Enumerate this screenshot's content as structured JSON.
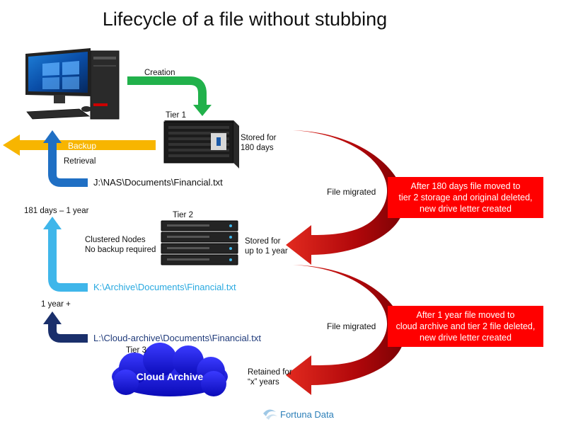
{
  "title": "Lifecycle of a file without stubbing",
  "creation_label": "Creation",
  "tier1": {
    "label": "Tier 1",
    "stored_line1": "Stored for",
    "stored_line2": "180 days",
    "path": "J:\\NAS\\Documents\\Financial.txt",
    "path_color": "#111111"
  },
  "backup_label": "Backup",
  "retrieval_label": "Retrieval",
  "age_tier2": "181 days – 1 year",
  "tier2": {
    "label": "Tier 2",
    "nodes_line1": "Clustered Nodes",
    "nodes_line2": "No backup required",
    "stored_line1": "Stored for",
    "stored_line2": "up to 1 year",
    "path": "K:\\Archive\\Documents\\Financial.txt",
    "path_color": "#29a9e0"
  },
  "age_tier3": "1 year +",
  "tier3": {
    "label": "Tier 3",
    "cloud_label": "Cloud Archive",
    "retained_line1": "Retained for",
    "retained_line2": "“x” years",
    "path": "L:\\Cloud-archive\\Documents\\Financial.txt",
    "path_color": "#1f3a7a"
  },
  "migrations": [
    {
      "label": "File migrated",
      "note_line1": "After 180 days file moved to",
      "note_line2": "tier 2 storage and original deleted,",
      "note_line3": "new drive letter created"
    },
    {
      "label": "File migrated",
      "note_line1": "After 1 year file moved to",
      "note_line2": "cloud archive and tier 2 file deleted,",
      "note_line3": "new drive letter created"
    }
  ],
  "brand": "Fortuna Data",
  "colors": {
    "creation_arrow": "#21b14b",
    "backup_arrow": "#f7b500",
    "retrieval_arrow": "#1f6fc4",
    "tier2_arrow": "#3fb6ea",
    "tier3_arrow": "#1a2f6b",
    "migrate_arrow": "#b0070a",
    "note_box": "#ff0000",
    "cloud": "#1a1ae0"
  }
}
